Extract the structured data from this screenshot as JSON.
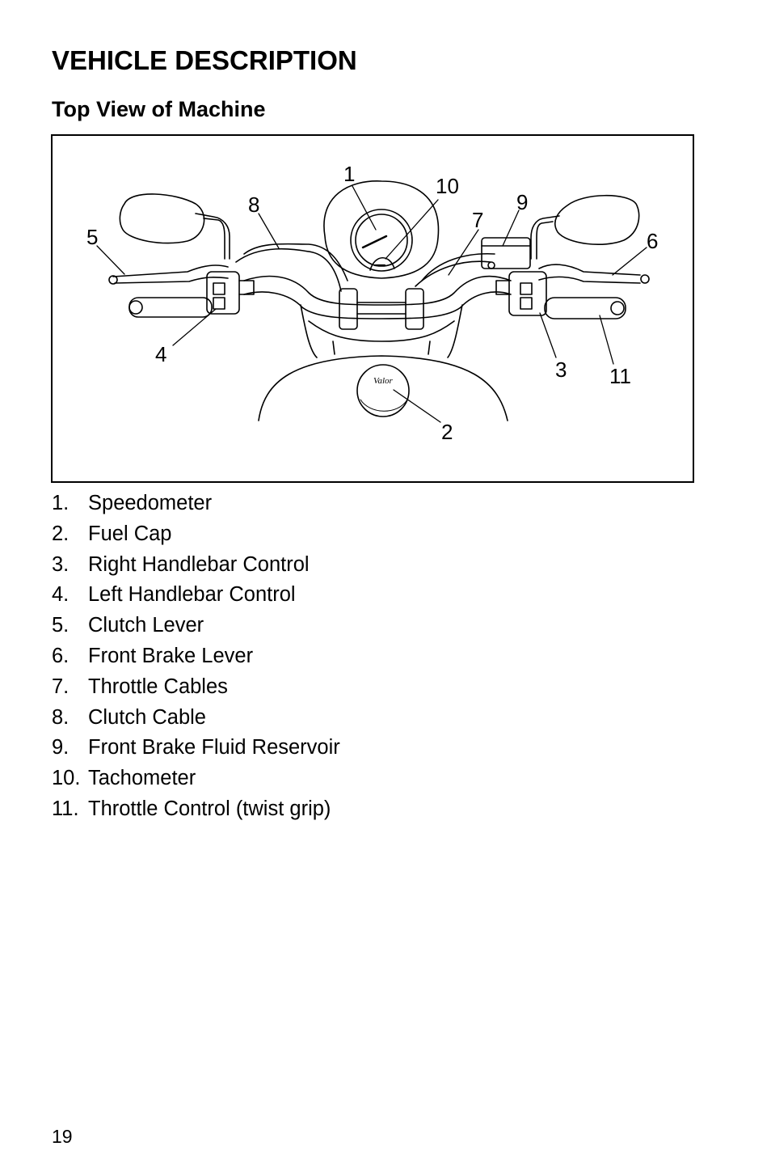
{
  "page": {
    "title": "VEHICLE DESCRIPTION",
    "subtitle": "Top View of Machine",
    "page_number": "19"
  },
  "figure": {
    "callouts": {
      "c1": "1",
      "c2": "2",
      "c3": "3",
      "c4": "4",
      "c5": "5",
      "c6": "6",
      "c7": "7",
      "c8": "8",
      "c9": "9",
      "c10": "10",
      "c11": "11"
    },
    "logo_text": "Valor"
  },
  "legend": [
    {
      "num": "1.",
      "label": "Speedometer"
    },
    {
      "num": "2.",
      "label": "Fuel Cap"
    },
    {
      "num": "3.",
      "label": "Right Handlebar Control"
    },
    {
      "num": "4.",
      "label": "Left Handlebar Control"
    },
    {
      "num": "5.",
      "label": "Clutch Lever"
    },
    {
      "num": "6.",
      "label": "Front Brake Lever"
    },
    {
      "num": "7.",
      "label": "Throttle Cables"
    },
    {
      "num": "8.",
      "label": "Clutch Cable"
    },
    {
      "num": "9.",
      "label": "Front Brake Fluid Reservoir"
    },
    {
      "num": "10.",
      "label": "Tachometer"
    },
    {
      "num": "11.",
      "label": "Throttle Control (twist grip)"
    }
  ]
}
